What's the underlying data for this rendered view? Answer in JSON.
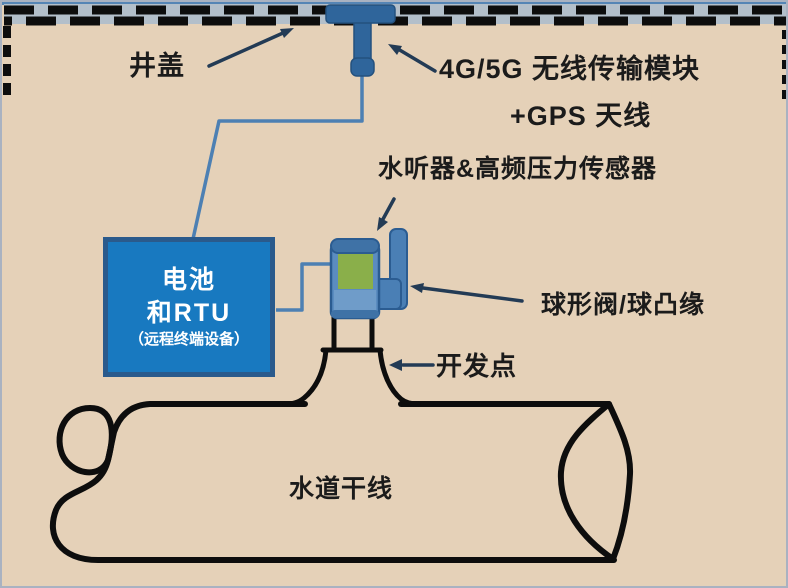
{
  "diagram": {
    "labels": {
      "manhole_cover": "井盖",
      "wireless_module": "4G/5G 无线传输模块",
      "gps_antenna": "+GPS 天线",
      "hydrophone_sensor": "水听器&高频压力传感器",
      "ball_valve": "球形阀/球凸缘",
      "tap_point": "开发点",
      "water_main": "水道干线"
    },
    "rtu_box": {
      "line1": "电池",
      "line2": "和RTU",
      "line3": "（远程终端设备）"
    },
    "colors": {
      "soil_background": "#e5d1b8",
      "frame_border": "#a9b2c1",
      "cover_band": "#b3bfca",
      "cover_top_line": "#5585b5",
      "cover_dash": "#0d0d0d",
      "antenna": "#2f659b",
      "antenna_outline": "#24517e",
      "cable": "#4d80b3",
      "rtu_box_fill": "#1879c0",
      "rtu_box_border": "#2a5a8c",
      "sensor_body": "#5b8cc0",
      "sensor_cap": "#3f72a6",
      "sensor_green_window": "#8aaf4a",
      "sensor_lower_band": "#6f9cc9",
      "valve_handle": "#4a7fb5",
      "pipe_outline": "#0d0d0d",
      "arrow": "#233b55",
      "label_text": "#1b1b1b"
    }
  }
}
